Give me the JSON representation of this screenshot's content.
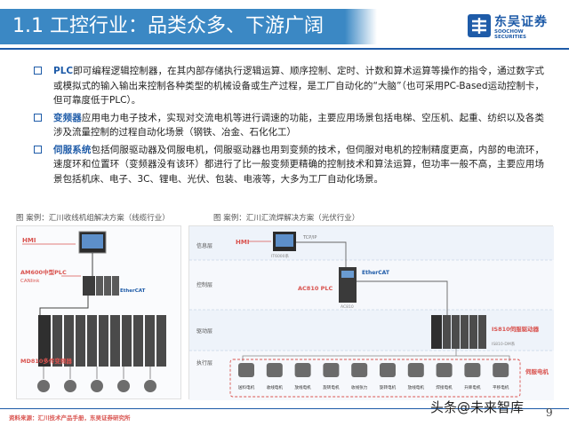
{
  "header": {
    "title": "1.1 工控行业：品类众多、下游广阔",
    "logo_cn": "东吴证券",
    "logo_en": "SOOCHOW SECURITIES",
    "colors": {
      "brand_blue": "#1e5ba8",
      "title_band": "#3b88c4",
      "label_red": "#d9534f"
    }
  },
  "bullets": [
    {
      "term": "PLC",
      "text": "即可编程逻辑控制器，在其内部存储执行逻辑运算、顺序控制、定时、计数和算术运算等操作的指令，通过数字式或模拟式的输入输出来控制各种类型的机械设备或生产过程，是工厂自动化的“大脑”（也可采用PC-Based运动控制卡，但可靠度低于PLC）。"
    },
    {
      "term": "变频器",
      "text": "应用电力电子技术，实现对交流电机等进行调速的功能，主要应用场景包括电梯、空压机、起重、纺织以及各类涉及流量控制的过程自动化场景（钢铁、冶金、石化化工）"
    },
    {
      "term": "伺服系统",
      "text": "包括伺服驱动器及伺服电机，伺服驱动器也用到变频的技术，但伺服对电机的控制精度更高，内部的电流环，速度环和位置环（变频器没有该环）都进行了比一般变频更精确的控制技术和算法运算，但功率一般不高，主要应用场景包括机床、电子、3C、锂电、光伏、包装、电液等，大多为工厂自动化场景。"
    }
  ],
  "captions": {
    "left": "图  案例：汇川收线机组解决方案（线缆行业）",
    "right": "图  案例：汇川汇流焊解决方案（光伏行业）"
  },
  "left_diagram": {
    "hmi": "HMI",
    "plc": "AM600中型PLC",
    "canlink": "CANlink",
    "ethercat": "EtherCAT",
    "drive": "MD810多传变频器"
  },
  "right_diagram": {
    "layers": [
      "信息层",
      "控制层",
      "驱动层",
      "执行层"
    ],
    "hmi": "HMI",
    "hmi_model": "IT6000系",
    "tcpip": "TCP/IP",
    "ethercat": "EtherCAT",
    "ac810": "AC810 PLC",
    "ac810_box": "AC810",
    "is810": "IS810伺服驱动器",
    "is810_model": "IS810-DM系",
    "servo_motor": "伺服电机",
    "motors": [
      "送料电机",
      "收线电机",
      "放线电机",
      "旋转电机",
      "收线张力",
      "旋转电机",
      "放线电机",
      "焊接电机",
      "升降电机",
      "平移电机"
    ]
  },
  "footer": {
    "source": "资料来源：汇川技术产品手册，东吴证券研究所",
    "watermark": "头条@未来智库",
    "page": "9"
  }
}
